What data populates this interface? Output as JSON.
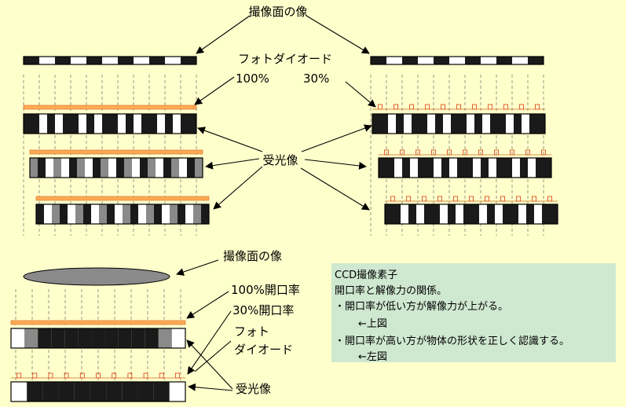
{
  "labels": {
    "image_plane_top": "撮像面の像",
    "photodiode": "フォトダイオード",
    "aperture_100": "100%",
    "aperture_30": "30%",
    "received_top": "受光像",
    "image_plane_bottom": "撮像面の像",
    "aperture_100_full": "100%開口率",
    "aperture_30_full": "30%開口率",
    "photo_line1": "フォト",
    "photo_line2": "ダイオード",
    "received_bottom": "受光像"
  },
  "notes": {
    "title": "CCD撮像素子",
    "line1": "開口率と解像力の関係。",
    "line2": "・開口率が低い方が解像力が上がる。",
    "line3": "←上図",
    "line4": "・開口率が高い方が物体の形状を正しく認識する。",
    "line5": "←左図"
  },
  "colors": {
    "background": "#ffffcc",
    "diode": "#ffaa55",
    "note_box": "#cfe8d0",
    "black": "#1a1a1a",
    "gray": "#8a8a8a",
    "white": "#ffffff"
  }
}
